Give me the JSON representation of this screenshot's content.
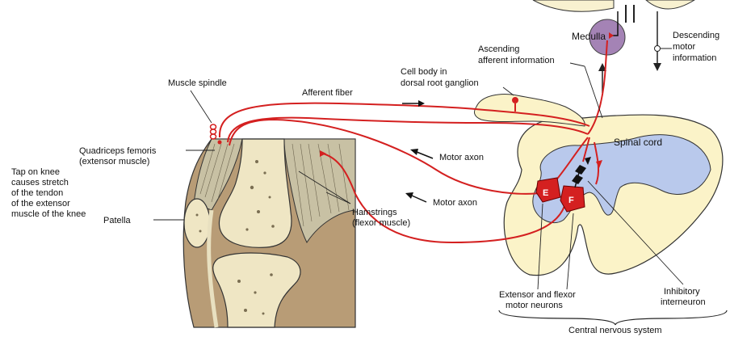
{
  "labels": {
    "medulla": "Medulla",
    "descending_1": "Descending",
    "descending_2": "motor",
    "descending_3": "information",
    "ascending_1": "Ascending",
    "ascending_2": "afferent information",
    "cell_body_1": "Cell body in",
    "cell_body_2": "dorsal root ganglion",
    "afferent_fiber": "Afferent fiber",
    "muscle_spindle": "Muscle spindle",
    "quadriceps_1": "Quadriceps femoris",
    "quadriceps_2": "(extensor muscle)",
    "tap_1": "Tap on knee",
    "tap_2": "causes stretch",
    "tap_3": "of the tendon",
    "tap_4": "of the extensor",
    "tap_5": "muscle of the knee",
    "patella": "Patella",
    "hamstrings_1": "Hamstrings",
    "hamstrings_2": "(flexor muscle)",
    "motor_axon_upper": "Motor axon",
    "motor_axon_lower": "Motor axon",
    "spinal_cord": "Spinal cord",
    "neuron_e": "E",
    "neuron_f": "F",
    "motor_neurons_1": "Extensor and flexor",
    "motor_neurons_2": "motor neurons",
    "inhibitory_1": "Inhibitory",
    "inhibitory_2": "interneuron",
    "cns": "Central nervous system"
  },
  "colors": {
    "nerve": "#d42020",
    "spinal_white_matter": "#fbf3c8",
    "spinal_gray_matter": "#b9c9ec",
    "medulla": "#a483b5",
    "bone": "#efe6c4",
    "muscle": "#c8c1a4",
    "tissue": "#b89c76"
  }
}
